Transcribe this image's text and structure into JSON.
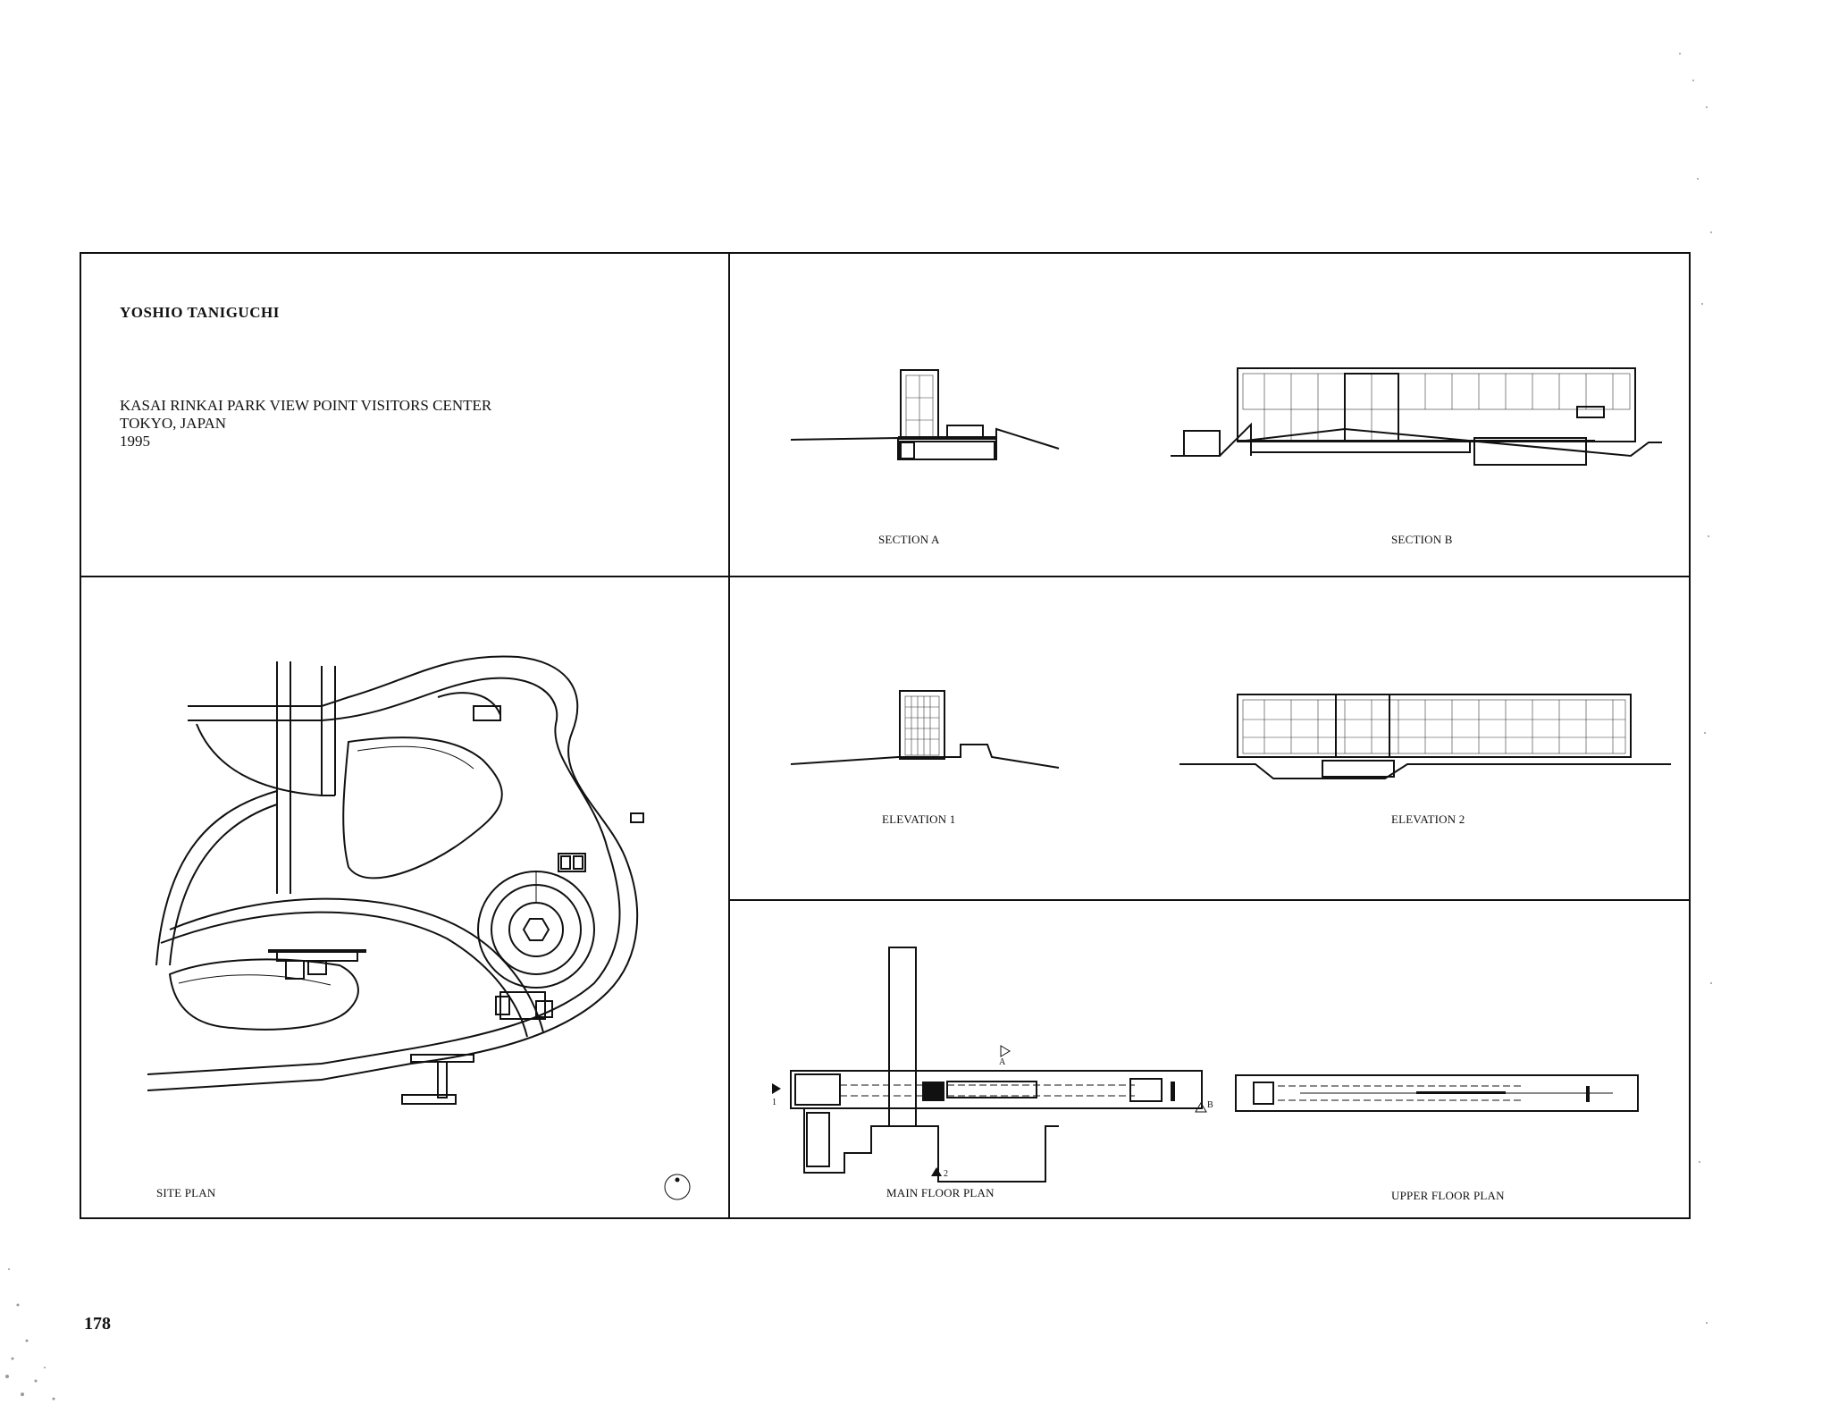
{
  "author": "YOSHIO TANIGUCHI",
  "project": {
    "name": "KASAI RINKAI PARK VIEW POINT VISITORS CENTER",
    "location": "TOKYO, JAPAN",
    "year": "1995"
  },
  "drawings": {
    "section_a": "SECTION A",
    "section_b": "SECTION B",
    "elevation_1": "ELEVATION 1",
    "elevation_2": "ELEVATION 2",
    "site_plan": "SITE PLAN",
    "main_floor_plan": "MAIN FLOOR PLAN",
    "upper_floor_plan": "UPPER FLOOR PLAN"
  },
  "plan_markers": {
    "a": "A",
    "b": "B",
    "one": "1",
    "two": "2"
  },
  "page_number": "178"
}
